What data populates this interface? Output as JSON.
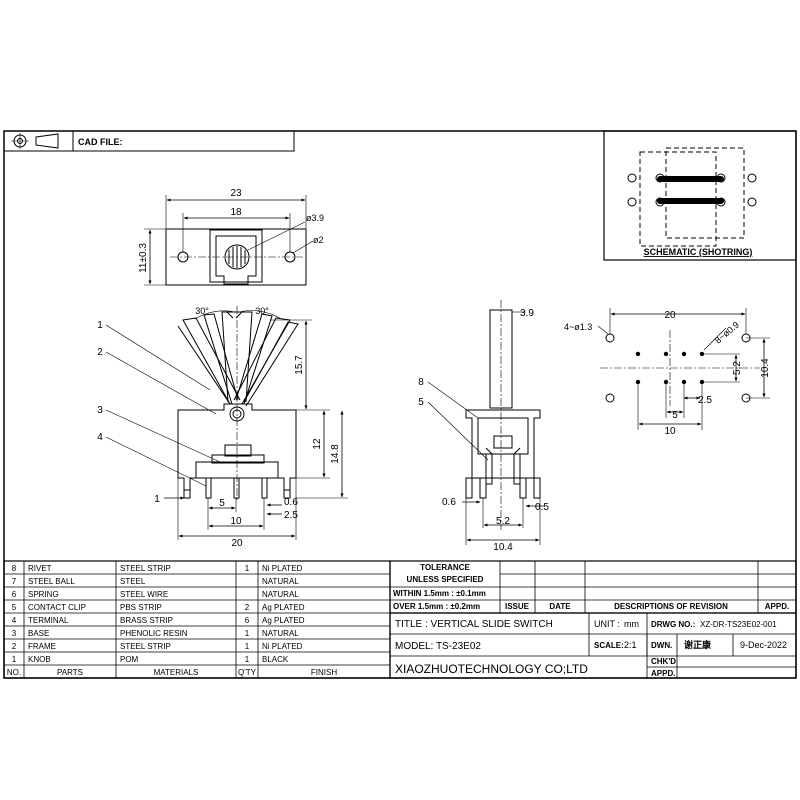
{
  "header": {
    "cad_file_label": "CAD FILE:"
  },
  "schematic": {
    "caption": "SCHEMATIC (SHOTRING)"
  },
  "top_view": {
    "dims": [
      "23",
      "18",
      "ø3.9",
      "ø2",
      "11±0.3"
    ]
  },
  "front_view": {
    "angles": [
      "30°",
      "30°"
    ],
    "dims": [
      "15.7",
      "12",
      "14.8",
      "5",
      "10",
      "20",
      "1",
      "0.6",
      "2.5"
    ],
    "callouts": [
      "1",
      "2",
      "3",
      "4"
    ]
  },
  "side_view": {
    "dims": [
      "3.9",
      "0.6",
      "0.5",
      "5.2",
      "10.4"
    ],
    "callouts": [
      "8",
      "5"
    ]
  },
  "pcb_layout": {
    "dims": [
      "20",
      "4~ø1.3",
      "8~ø0.9",
      "5.2",
      "10.4",
      "2.5",
      "5",
      "10"
    ]
  },
  "bom": {
    "columns": [
      "NO.",
      "PARTS",
      "MATERIALS",
      "Q'TY",
      "FINISH"
    ],
    "rows": [
      {
        "no": "8",
        "part": "RIVET",
        "material": "STEEL STRIP",
        "qty": "1",
        "finish": "Ni PLATED"
      },
      {
        "no": "7",
        "part": "STEEL BALL",
        "material": "STEEL",
        "qty": "",
        "finish": "NATURAL"
      },
      {
        "no": "6",
        "part": "SPRING",
        "material": "STEEL WIRE",
        "qty": "",
        "finish": "NATURAL"
      },
      {
        "no": "5",
        "part": "CONTACT CLIP",
        "material": "PBS STRIP",
        "qty": "2",
        "finish": "Ag PLATED"
      },
      {
        "no": "4",
        "part": "TERMINAL",
        "material": "BRASS STRIP",
        "qty": "6",
        "finish": "Ag PLATED"
      },
      {
        "no": "3",
        "part": "BASE",
        "material": "PHENOLIC RESIN",
        "qty": "1",
        "finish": "NATURAL"
      },
      {
        "no": "2",
        "part": "FRAME",
        "material": "STEEL STRIP",
        "qty": "1",
        "finish": "Ni PLATED"
      },
      {
        "no": "1",
        "part": "KNOB",
        "material": "POM",
        "qty": "1",
        "finish": "BLACK"
      }
    ]
  },
  "tolerance": {
    "title": "TOLERANCE",
    "subtitle": "UNLESS  SPECIFIED",
    "within": "WITHIN 1.5mm : ±0.1mm",
    "over": "OVER 1.5mm : ±0.2mm"
  },
  "revision": {
    "issue": "ISSUE",
    "date": "DATE",
    "desc": "DESCRIPTIONS OF REVISION",
    "appd": "APPD."
  },
  "title_block": {
    "title": "TITLE : VERTICAL SLIDE SWITCH",
    "unit_label": "UNIT :",
    "unit_value": "mm",
    "dwg_label": "DRWG NO.:",
    "dwg_value": "XZ-DR-TS23E02-001",
    "model": "MODEL: TS-23E02",
    "scale_label": "SCALE:",
    "scale_value": "2:1",
    "dwn_label": "DWN.",
    "dwn_value": "谢正康",
    "date_value": "9-Dec-2022",
    "chkd_label": "CHK'D",
    "appd_label": "APPD.",
    "company": "XIAOZHUOTECHNOLOGY CO;LTD"
  }
}
